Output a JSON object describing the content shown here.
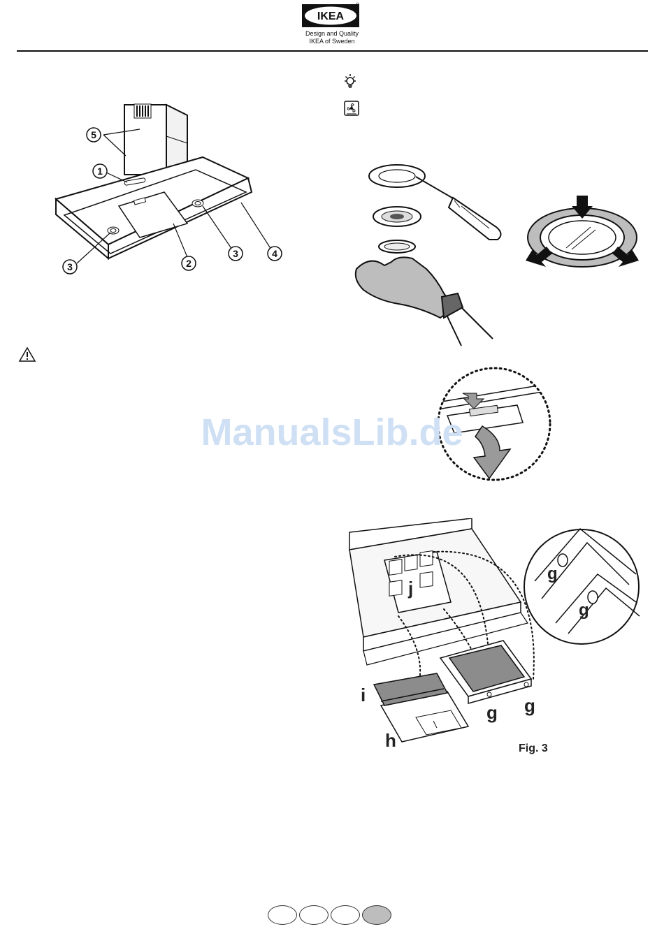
{
  "header": {
    "logo_text": "IKEA",
    "tagline_line1": "Design and Quality",
    "tagline_line2": "IKEA of Sweden",
    "registered": "®"
  },
  "hood_diagram": {
    "callouts": [
      "1",
      "2",
      "3",
      "3",
      "4",
      "5"
    ]
  },
  "icons": [
    "light-bulb-icon",
    "fan-icon",
    "warning-icon"
  ],
  "watermark": "ManualsLib.de",
  "filter_figure": {
    "labels": {
      "g1": "g",
      "g2": "g",
      "g3": "g",
      "g4": "g",
      "h": "h",
      "i": "i",
      "j": "j"
    },
    "caption": "Fig. 3"
  },
  "pager": {
    "count": 4,
    "active_index": 3
  },
  "colors": {
    "ink": "#111111",
    "watermark": "#cfe0f5",
    "active_page": "#bdbdbd",
    "filter_gray": "#8c8c8c"
  }
}
